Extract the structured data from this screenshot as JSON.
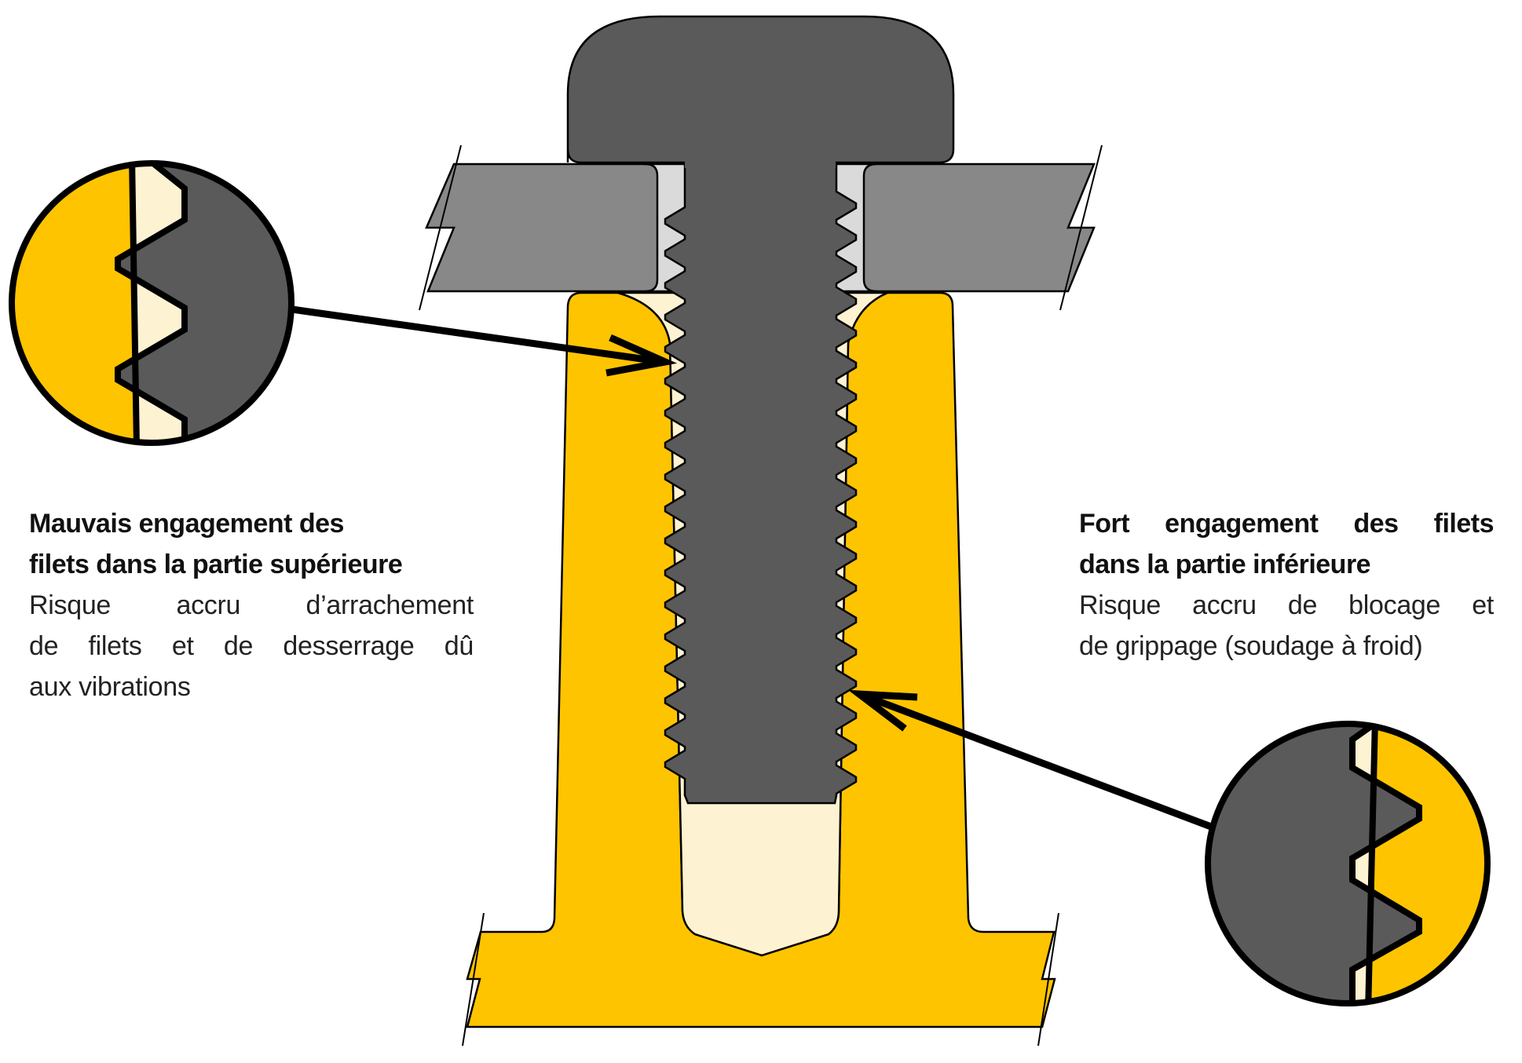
{
  "colors": {
    "bolt": "#5a5a5a",
    "plate": "#888888",
    "clearance": "#dadada",
    "nut_body": "#ffc400",
    "gap": "#fdf2d2",
    "outline": "#000000"
  },
  "callouts": {
    "left": {
      "title_line1": "Mauvais engagement des",
      "title_line2": "filets dans la partie supérieure",
      "body_line1": "Risque accru d’arrachement",
      "body_line2": "de filets et de desserrage dû",
      "body_line3": "aux vibrations"
    },
    "right": {
      "title_line1": "Fort engagement des filets",
      "title_line2": "dans la partie inférieure",
      "body_line1": "Risque accru de blocage et",
      "body_line2": "de grippage (soudage à froid)"
    }
  }
}
